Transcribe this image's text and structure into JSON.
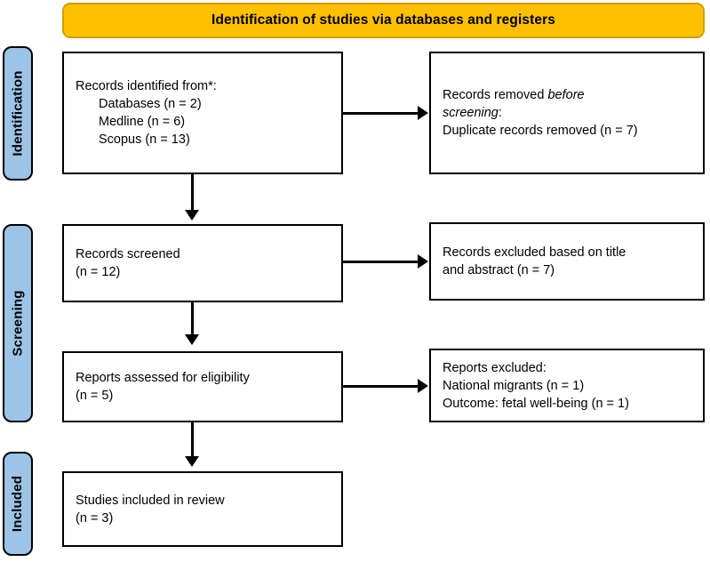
{
  "banner": {
    "title": "Identification of studies via databases and registers"
  },
  "colors": {
    "banner_fill": "#FFC000",
    "banner_border": "#D39E00",
    "pill_fill": "#9DC3E6",
    "stroke": "#000000",
    "box_fill": "#FFFFFF"
  },
  "stages": [
    {
      "label": "Identification"
    },
    {
      "label": "Screening"
    },
    {
      "label": "Included"
    }
  ],
  "boxes": {
    "records_identified": {
      "lines": [
        "Records identified from*:",
        "Databases (n = 2)",
        "Medline (n = 6)",
        "Scopus (n = 13)"
      ]
    },
    "records_removed": {
      "line1_normal": "Records removed ",
      "line1_italic": "before",
      "line2_italic": "screening",
      "line2_normal": ":",
      "line3": "Duplicate records removed (n = 7)"
    },
    "records_screened": {
      "lines": [
        "Records screened",
        "(n = 12)"
      ]
    },
    "records_excluded": {
      "lines": [
        "Records excluded based on title",
        "and abstract (n = 7)"
      ]
    },
    "reports_assessed": {
      "lines": [
        "Reports assessed for eligibility",
        "(n = 5)"
      ]
    },
    "reports_excluded": {
      "lines": [
        "Reports excluded:",
        "National migrants (n = 1)",
        "Outcome: fetal well-being (n = 1)"
      ]
    },
    "studies_included": {
      "lines": [
        "Studies included in review",
        "(n = 3)"
      ]
    }
  }
}
